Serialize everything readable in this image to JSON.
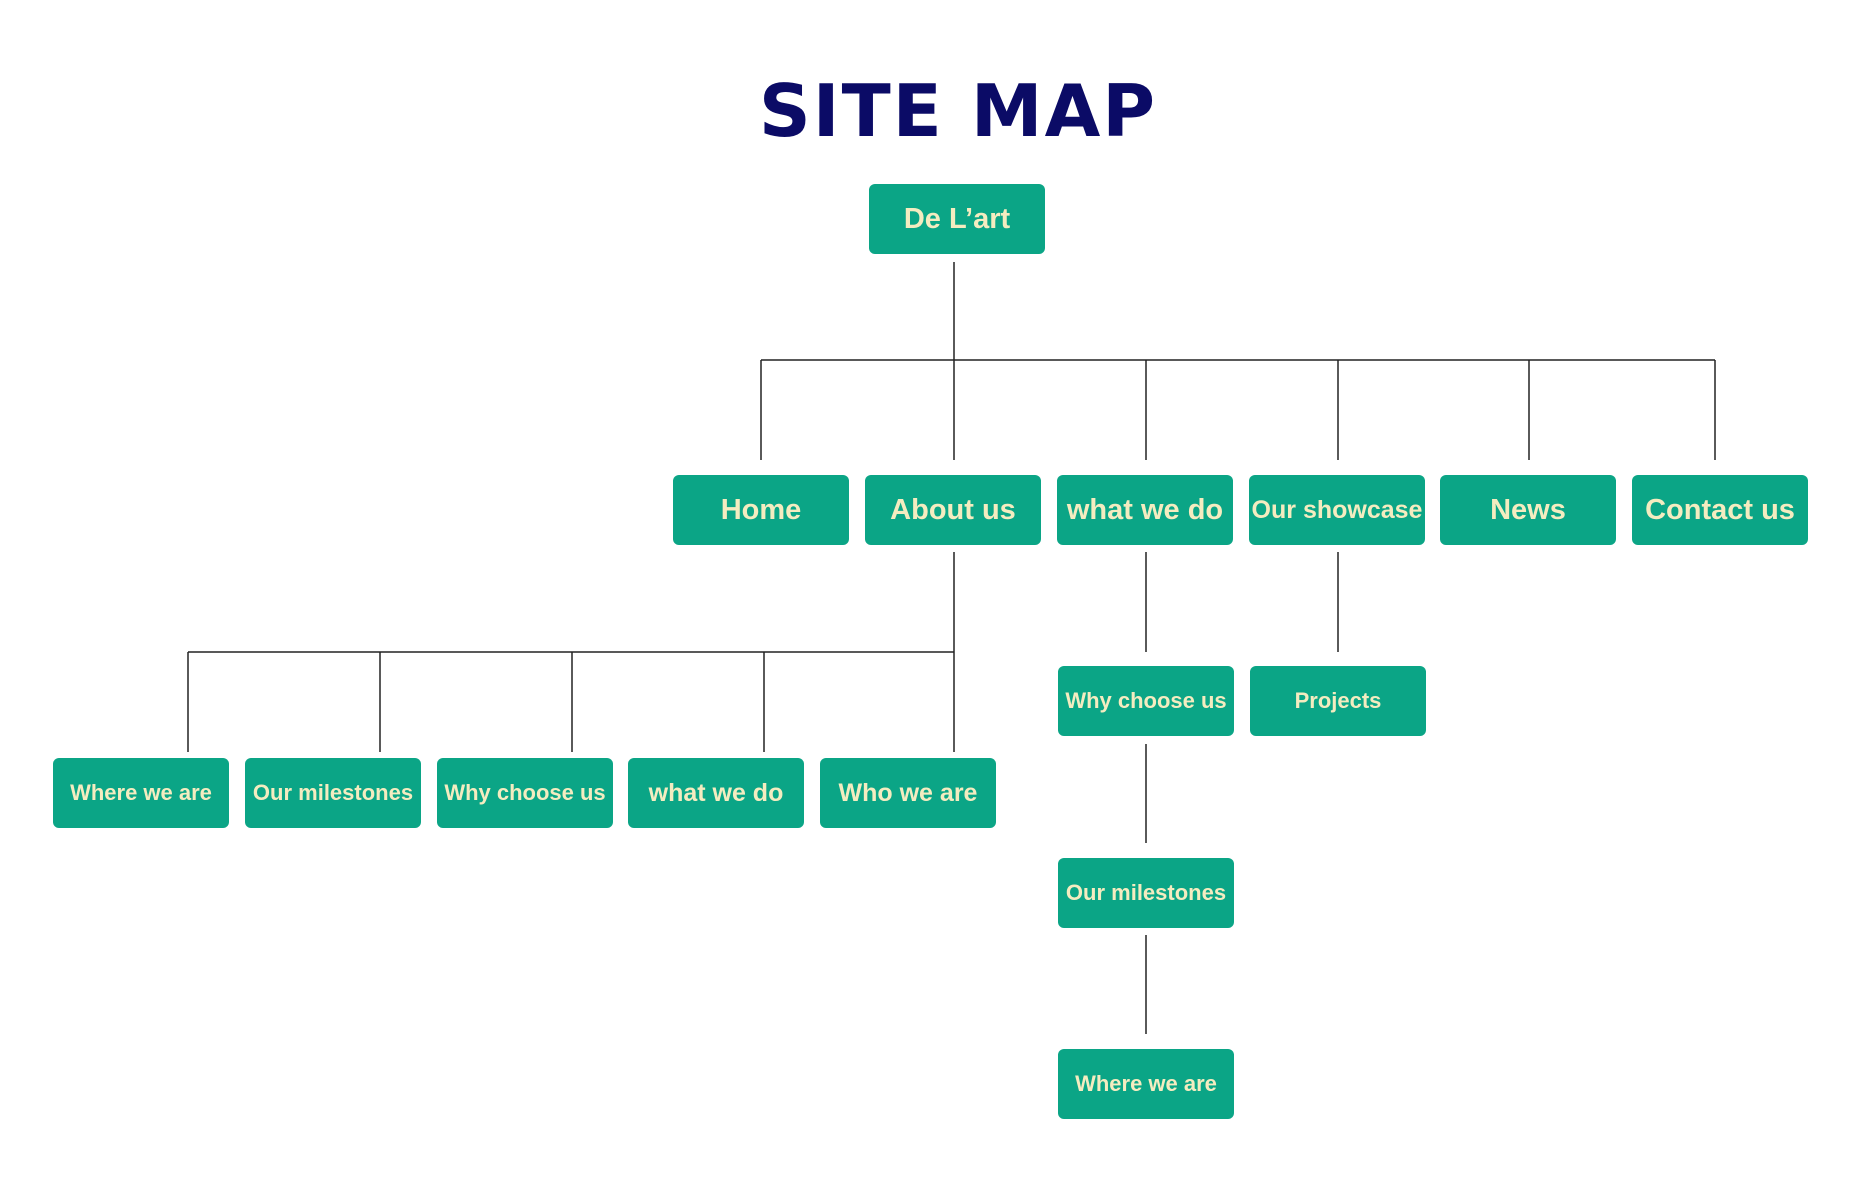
{
  "title": "SITE MAP",
  "colors": {
    "title": "#0b0b66",
    "node_fill": "#0ba586",
    "node_text": "#f4ecc0",
    "connector": "#222222"
  },
  "nodes": {
    "root": "De L’art",
    "home": "Home",
    "about_us": "About us",
    "what_we_do": "what we do",
    "our_showcase": "Our showcase",
    "news": "News",
    "contact_us": "Contact us",
    "about_where_we_are": "Where we are",
    "about_our_milestones": "Our milestones",
    "about_why_choose_us": "Why choose us",
    "about_what_we_do": "what we do",
    "about_who_we_are": "Who we are",
    "whatwedo_why_choose_us": "Why choose us",
    "whatwedo_our_milestones": "Our milestones",
    "whatwedo_where_we_are": "Where we are",
    "showcase_projects": "Projects"
  }
}
